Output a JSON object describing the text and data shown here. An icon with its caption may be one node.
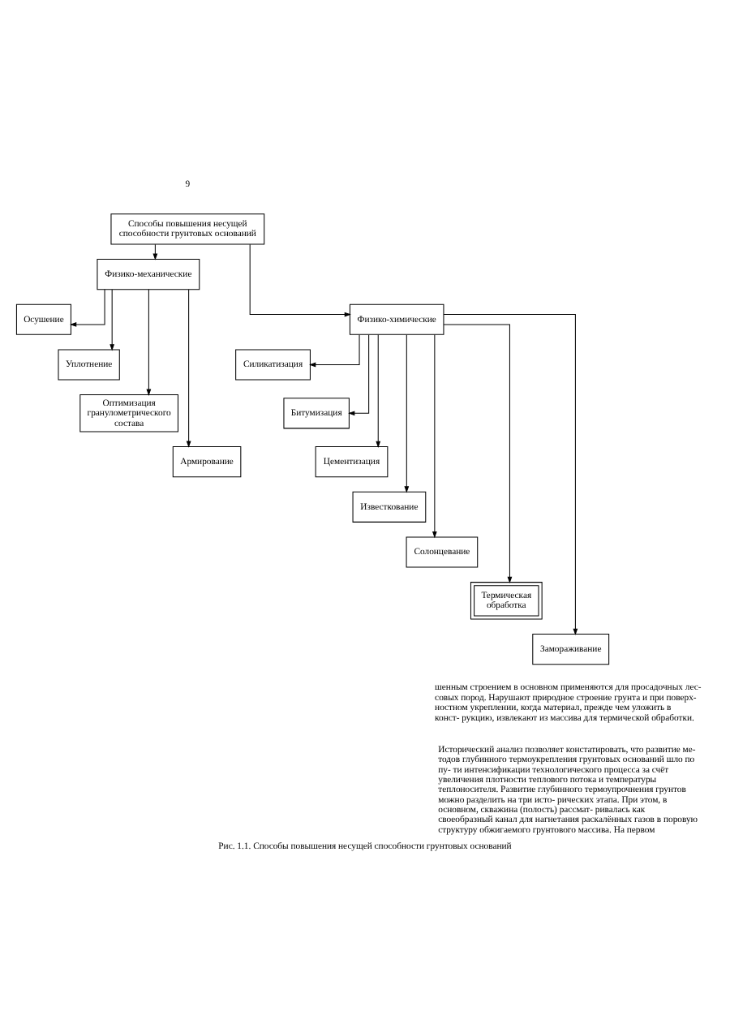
{
  "diagram": {
    "caption": "Рис. 1.1. Способы повышения несущей способности грунтовых оснований",
    "nodes": [
      {
        "text": [
          "Способы повышения несущей способности грунтовых оснований"
        ]
      },
      {
        "text": [
          "Физико-механические"
        ]
      },
      {
        "text": [
          "Физико-химические"
        ]
      },
      {
        "text": [
          "Осушение"
        ]
      },
      {
        "text": [
          "Уплотнение"
        ]
      },
      {
        "text": [
          "Оптимизация гранулометрического состава"
        ]
      },
      {
        "text": [
          "Армирование"
        ]
      },
      {
        "text": [
          "Силикатизация"
        ]
      },
      {
        "text": [
          "Битумизация"
        ]
      },
      {
        "text": [
          "Цементизация"
        ]
      },
      {
        "text": [
          "Известкование"
        ]
      },
      {
        "text": [
          "Солонцевание"
        ]
      },
      {
        "text": [
          "Термическая обработка"
        ]
      },
      {
        "text": [
          "Замораживание"
        ]
      }
    ],
    "edges": [
      {
        "from": 0,
        "to": 1,
        "arrow": "to"
      },
      {
        "from": 0,
        "to": 2,
        "arrow": "to"
      },
      {
        "from": 1,
        "to": 3,
        "arrow": "to"
      },
      {
        "from": 1,
        "to": 4,
        "arrow": "to"
      },
      {
        "from": 1,
        "to": 5,
        "arrow": "to"
      },
      {
        "from": 1,
        "to": 6,
        "arrow": "to"
      },
      {
        "from": 2,
        "to": 7,
        "arrow": "to"
      },
      {
        "from": 2,
        "to": 8,
        "arrow": "to"
      },
      {
        "from": 2,
        "to": 9,
        "arrow": "to"
      },
      {
        "from": 2,
        "to": 10,
        "arrow": "to"
      },
      {
        "from": 2,
        "to": 11,
        "arrow": "to"
      },
      {
        "from": 2,
        "to": 12,
        "arrow": "to"
      },
      {
        "from": 2,
        "to": 13,
        "arrow": "to"
      }
    ],
    "labels": [
      "9",
      "шенным строением в основном применяются для просадочных лес- совых пород. Нарушают природное строение грунта и при поверх- ностном укреплении, когда материал, прежде чем уложить в конст- рукцию, извлекают из массива для термической обработки.",
      "Исторический анализ позволяет констатировать, что развитие ме- тодов глубинного термоукрепления грунтовых оснований шло по пу- ти интенсификации технологического процесса за счёт увеличения плотности теплового потока и температуры теплоносителя. Развитие глубинного термоупрочнения грунтов можно разделить на три исто- рических этапа. При этом, в основном, скважина (полость) рассмат- ривалась как своеобразный канал для нагнетания раскалённых газов в поровую структуру обжигаемого грунтового массива. На первом"
    ]
  }
}
